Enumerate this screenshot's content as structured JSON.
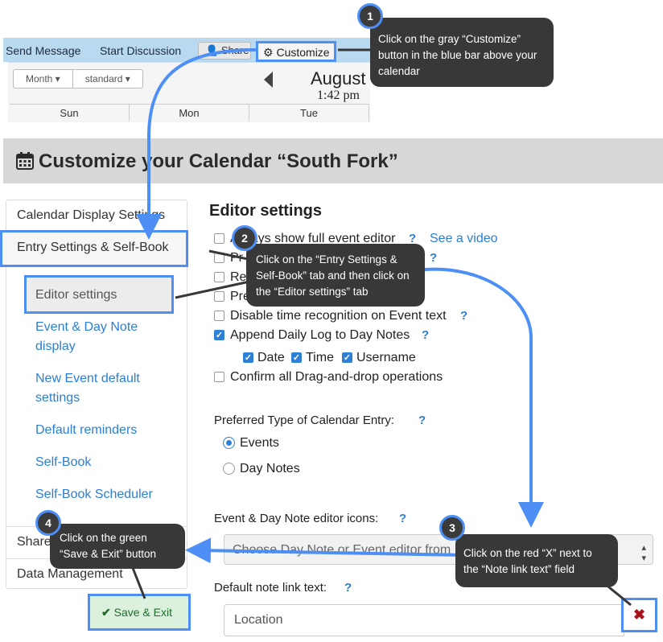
{
  "toolbar": {
    "send_message": "Send Message",
    "start_discussion": "Start Discussion",
    "share": "Share",
    "customize": "Customize"
  },
  "calendar": {
    "view_month": "Month ▾",
    "view_standard": "standard ▾",
    "month_title": "August",
    "time": "1:42 pm",
    "days": [
      "Sun",
      "Mon",
      "Tue"
    ]
  },
  "page_title": "Customize your Calendar “South Fork”",
  "sidebar": {
    "calendar_display": "Calendar Display Settings",
    "entry_settings": "Entry Settings & Self-Book",
    "editor_settings": "Editor settings",
    "links": [
      "Event & Day Note display",
      "New Event default settings",
      "Default reminders",
      "Self-Book",
      "Self-Book Scheduler"
    ],
    "sharing": "Share",
    "data_management": "Data Management"
  },
  "main": {
    "heading": "Editor settings",
    "always_full_editor": "Always show full event editor",
    "see_video": "See a video",
    "option_2": "Pr",
    "option_3": "Re",
    "option_4": "Pre",
    "disable_time": "Disable time recognition on Event text",
    "append_log": "Append Daily Log to Day Notes",
    "sub_date": "Date",
    "sub_time": "Time",
    "sub_username": "Username",
    "confirm_drag": "Confirm all Drag-and-drop operations",
    "preferred_type": "Preferred Type of Calendar Entry:",
    "radio_events": "Events",
    "radio_day_notes": "Day Notes",
    "editor_icons": "Event & Day Note editor icons:",
    "select_placeholder": "Choose Day Note or Event editor from",
    "note_link_label": "Default note link text:",
    "note_link_value": "Location",
    "help_glyph": "?",
    "x_glyph": "✖",
    "save_exit": "Save & Exit"
  },
  "callouts": {
    "c1": "Click on the gray “Customize” button in the blue bar above your calendar",
    "c2": "Click on the “Entry Settings & Self-Book” tab and then click on the “Editor settings” tab",
    "c3": "Click on the red “X” next to the “Note link text” field",
    "c4": "Click on the green “Save & Exit” button",
    "n1": "1",
    "n2": "2",
    "n3": "3",
    "n4": "4"
  },
  "colors": {
    "accent_blue": "#4d8ff5",
    "link_blue": "#2a7fd3",
    "callout_bg": "#383838",
    "save_green": "#dbf1dd",
    "x_red": "#a8131d"
  }
}
